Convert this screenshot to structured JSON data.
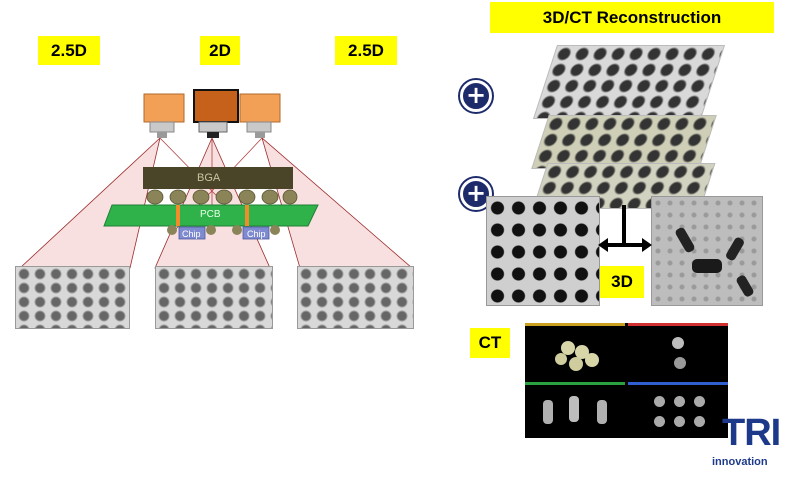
{
  "labels": {
    "left_2_5d": "2.5D",
    "center_2d": "2D",
    "right_2_5d": "2.5D",
    "reconstruction_title": "3D/CT Reconstruction",
    "label_3d": "3D",
    "label_ct": "CT"
  },
  "diagram": {
    "bga_label": "BGA",
    "pcb_label": "PCB",
    "chip_left_label": "Chip",
    "chip_right_label": "Chip"
  },
  "icons": {
    "plus_top": "plus-circle-icon",
    "plus_bottom": "plus-circle-icon",
    "double_arrow": "double-arrow-icon"
  },
  "logo": {
    "name": "TRI",
    "tagline": "innovation"
  },
  "colors": {
    "label_yellow": "#ffff00",
    "pcb_green": "#2fb24a",
    "bga_dark": "#4a4528",
    "chip_blue": "#7f8bd0",
    "tube_orange": "#f2a056",
    "tube_dark_orange": "#c5611b",
    "beam_pink": "#f4c6c6",
    "logo_blue": "#1d3a8a",
    "plus_navy": "#1d2b6b"
  }
}
